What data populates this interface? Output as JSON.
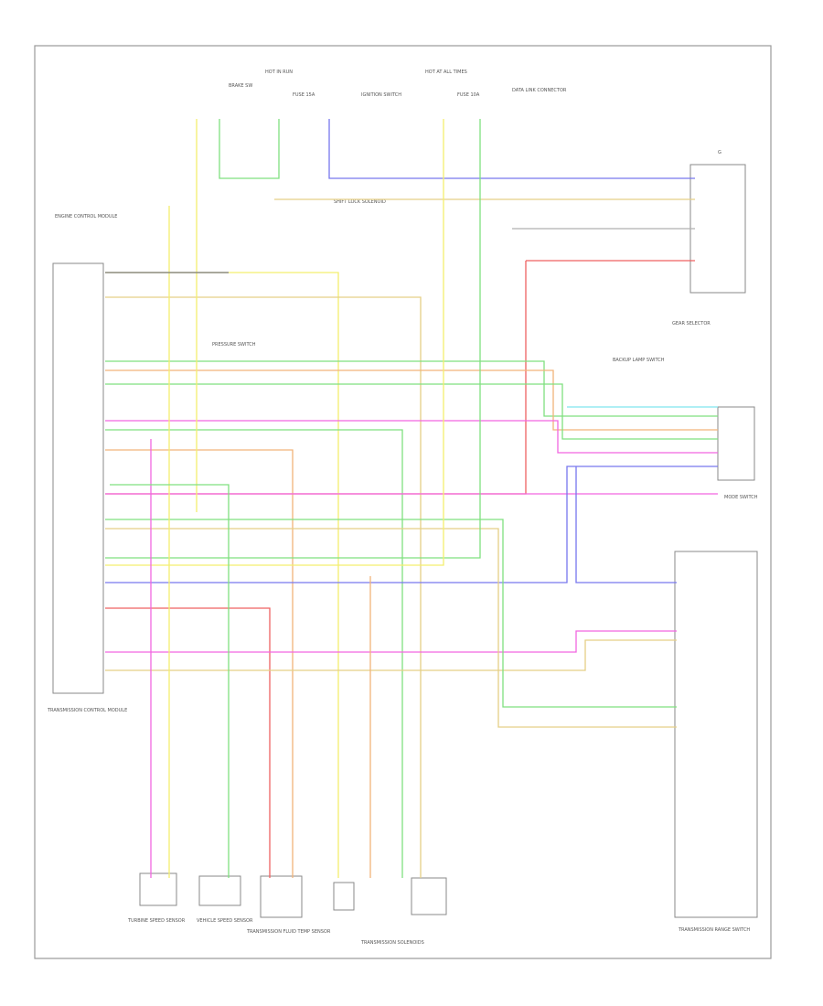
{
  "diagram": {
    "labels": {
      "tcm_title": "TRANSMISSION CONTROL MODULE",
      "tcm_top": "ENGINE CONTROL MODULE",
      "gear_selector": "GEAR SELECTOR",
      "range_switch": "TRANSMISSION RANGE SWITCH",
      "solenoids": "TRANSMISSION SOLENOIDS",
      "brake_sw": "BRAKE SW",
      "turbine_sensor": "TURBINE SPEED SENSOR",
      "vss": "VEHICLE SPEED SENSOR",
      "fluid_temp": "TRANSMISSION FLUID TEMP SENSOR",
      "data_link": "DATA LINK CONNECTOR",
      "mode_switch": "MODE SWITCH",
      "ignition": "IGNITION SWITCH",
      "fuse_a": "FUSE 15A",
      "fuse_b": "FUSE 10A",
      "hot_run": "HOT IN RUN",
      "hot_all": "HOT AT ALL TIMES",
      "ground": "G",
      "pressure_sw": "PRESSURE SWITCH",
      "shift_lock": "SHIFT LOCK SOLENOID",
      "backup": "BACKUP LAMP SWITCH"
    },
    "wire_colors": {
      "yellow": "#f3ef6e",
      "green": "#7fe07f",
      "blue": "#7777ee",
      "red": "#ef6262",
      "pink": "#f266e0",
      "orange": "#f2b47a",
      "tan": "#e5cf86",
      "cyan": "#7fe5ef",
      "gray": "#b0b0b0",
      "dark": "#777777"
    }
  }
}
